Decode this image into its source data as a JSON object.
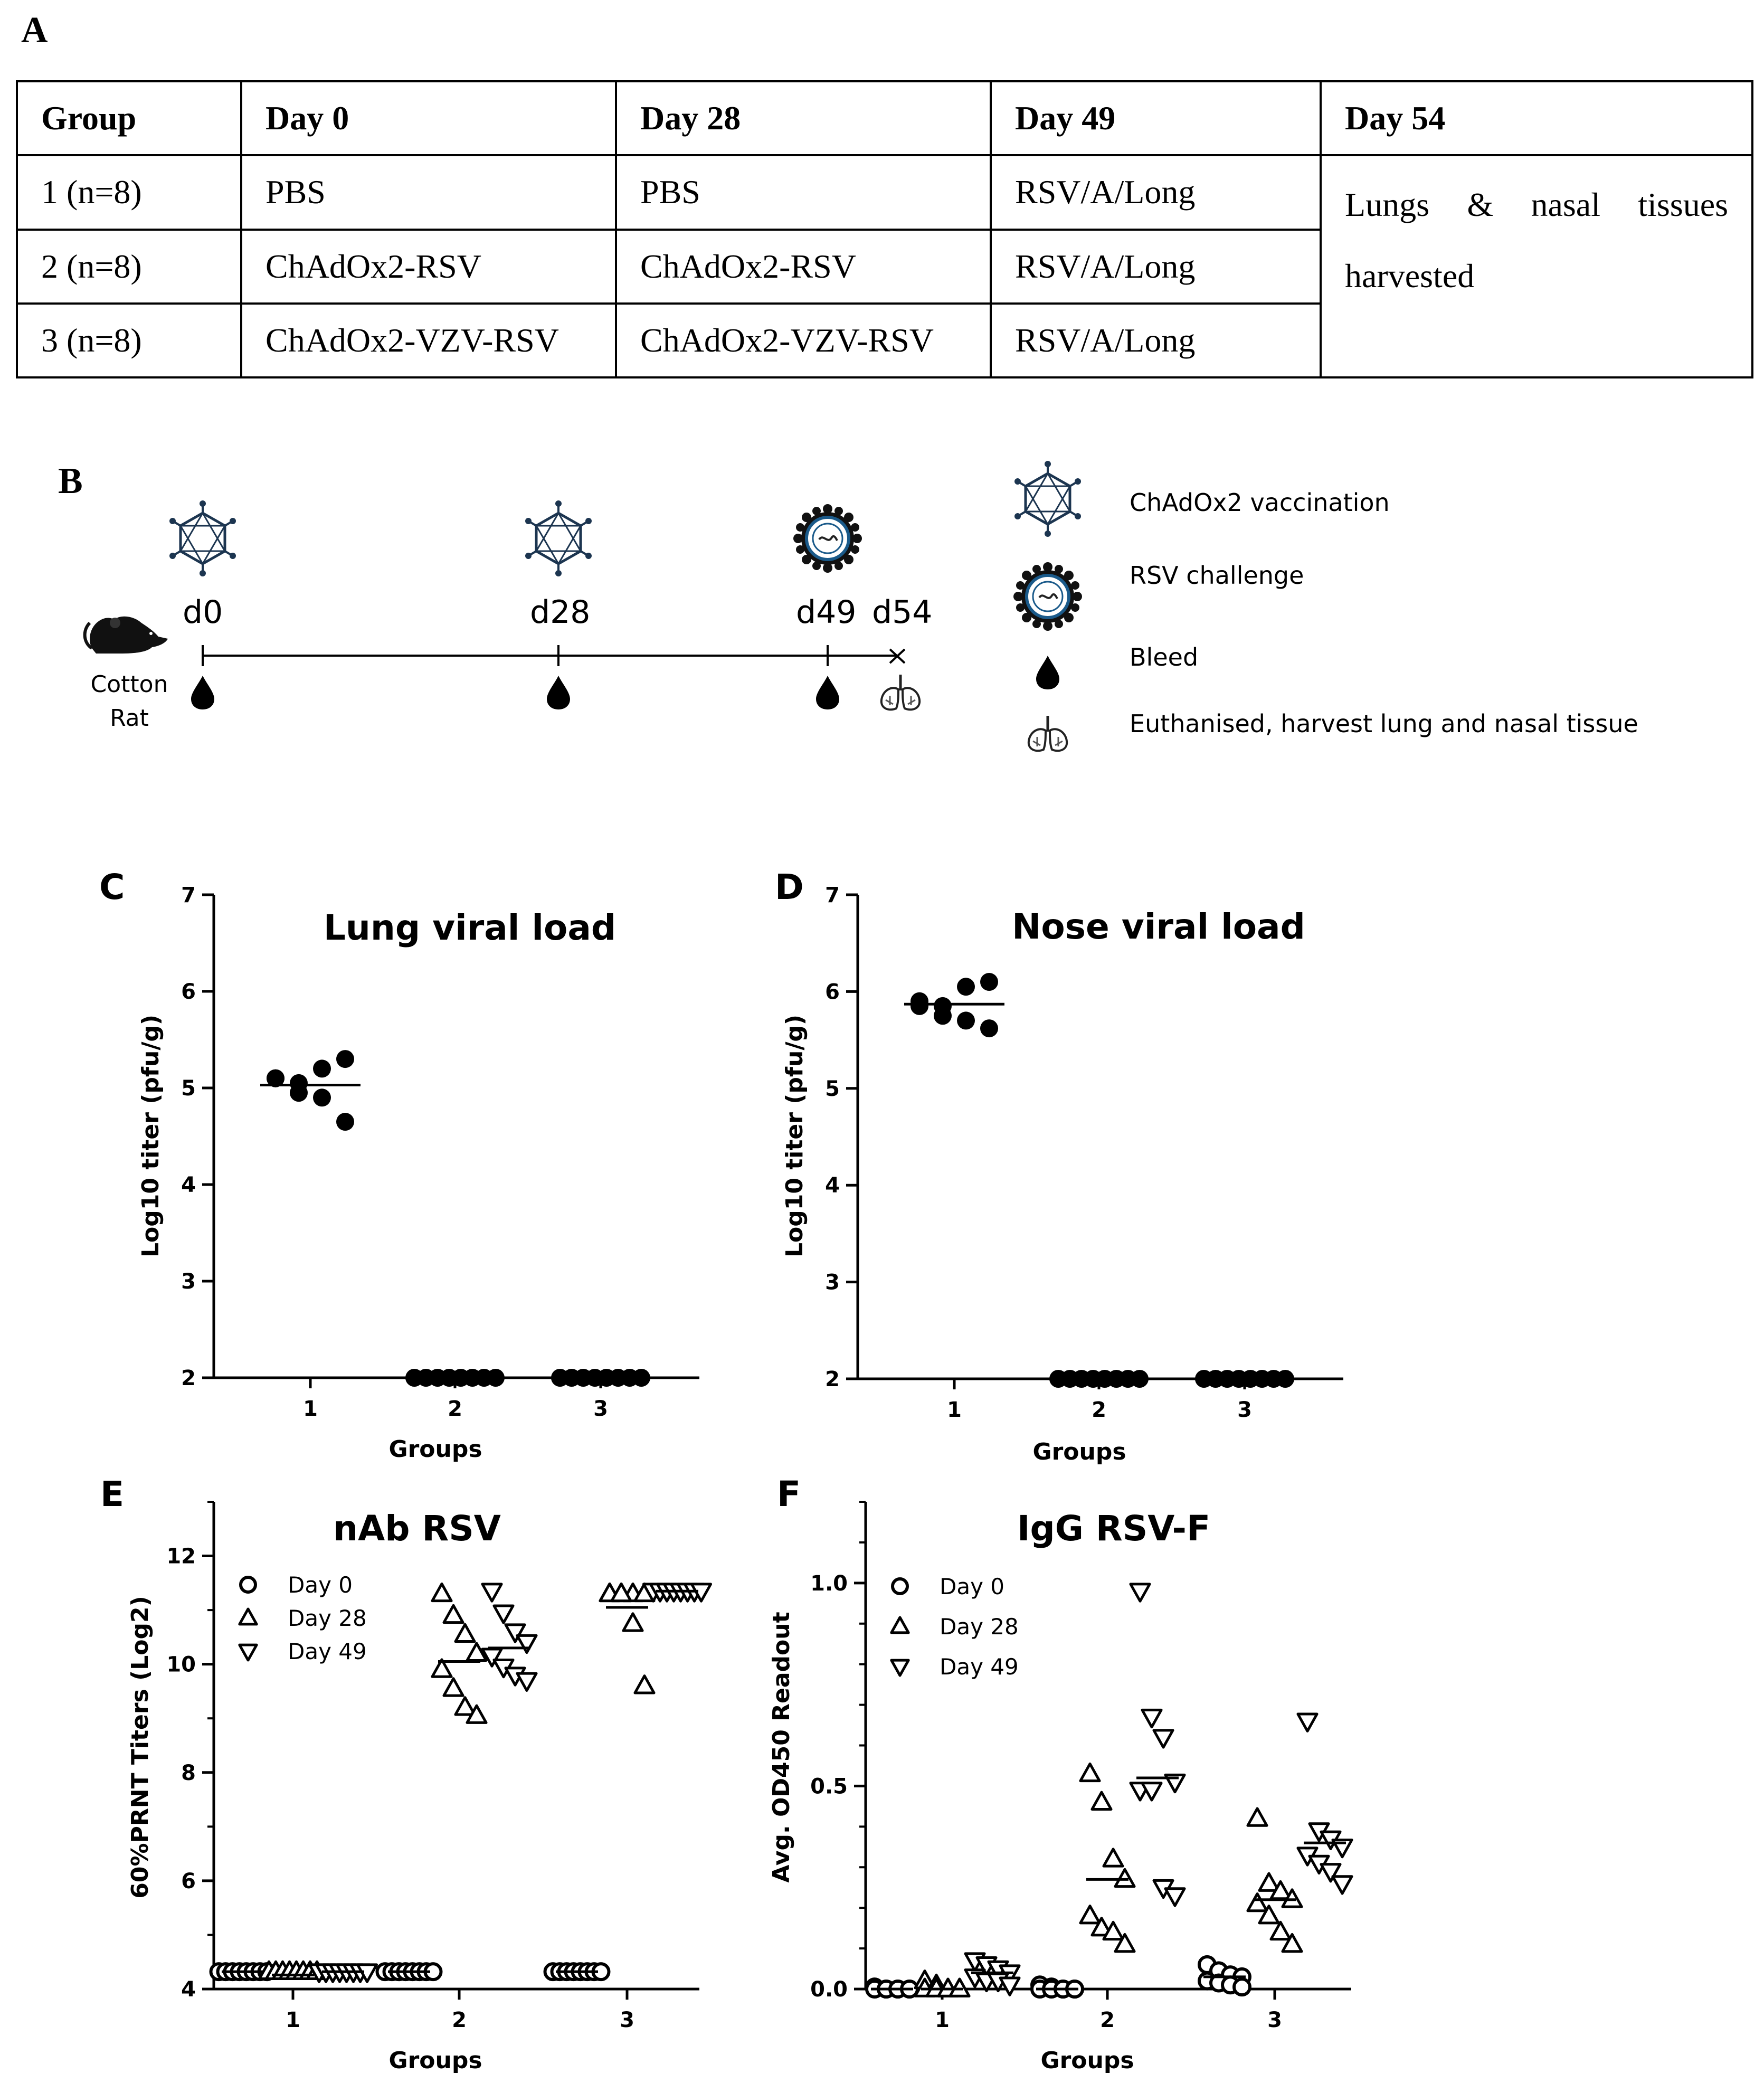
{
  "panel_labels": {
    "a": "A",
    "b": "B",
    "c": "C",
    "d": "D",
    "e": "E",
    "f": "F"
  },
  "table": {
    "headers": [
      "Group",
      "Day 0",
      "Day 28",
      "Day 49",
      "Day 54"
    ],
    "rows": [
      [
        "1 (n=8)",
        "PBS",
        "PBS",
        "RSV/A/Long"
      ],
      [
        "2 (n=8)",
        "ChAdOx2-RSV",
        "ChAdOx2-RSV",
        "RSV/A/Long"
      ],
      [
        "3 (n=8)",
        "ChAdOx2-VZV-RSV",
        "ChAdOx2-VZV-RSV",
        "RSV/A/Long"
      ]
    ],
    "day54_merged": "Lungs & nasal tissues harvested"
  },
  "timeline": {
    "animal_label": "Cotton Rat",
    "days": [
      "d0",
      "d28",
      "d49",
      "d54"
    ],
    "legend": [
      {
        "icon": "virus-icon",
        "label": "ChAdOx2 vaccination"
      },
      {
        "icon": "rsv-particle-icon",
        "label": "RSV challenge"
      },
      {
        "icon": "blood-drop-icon",
        "label": "Bleed"
      },
      {
        "icon": "lungs-icon",
        "label": "Euthanised, harvest lung and nasal tissue"
      }
    ]
  },
  "chart_data": [
    {
      "panel": "C",
      "type": "scatter",
      "title": "Lung viral load",
      "xlabel": "Groups",
      "ylabel": "Log10 titer (pfu/g)",
      "categories": [
        "1",
        "2",
        "3"
      ],
      "ylim": [
        2,
        7
      ],
      "yticks": [
        "2",
        "3",
        "4",
        "5",
        "6",
        "7"
      ],
      "series": [
        {
          "group": "1",
          "values": [
            5.1,
            5.05,
            5.2,
            5.3,
            5.1,
            4.95,
            4.9,
            4.65
          ],
          "mean": 5.03
        },
        {
          "group": "2",
          "values": [
            2,
            2,
            2,
            2,
            2,
            2,
            2,
            2
          ],
          "mean": 2
        },
        {
          "group": "3",
          "values": [
            2,
            2,
            2,
            2,
            2,
            2,
            2,
            2
          ],
          "mean": 2
        }
      ]
    },
    {
      "panel": "D",
      "type": "scatter",
      "title": "Nose viral load",
      "xlabel": "Groups",
      "ylabel": "Log10 titer (pfu/g)",
      "categories": [
        "1",
        "2",
        "3"
      ],
      "ylim": [
        2,
        7
      ],
      "yticks": [
        "2",
        "3",
        "4",
        "5",
        "6",
        "7"
      ],
      "series": [
        {
          "group": "1",
          "values": [
            5.9,
            5.85,
            6.05,
            6.1,
            5.85,
            5.75,
            5.7,
            5.62
          ],
          "mean": 5.87
        },
        {
          "group": "2",
          "values": [
            2,
            2,
            2,
            2,
            2,
            2,
            2,
            2
          ],
          "mean": 2
        },
        {
          "group": "3",
          "values": [
            2,
            2,
            2,
            2,
            2,
            2,
            2,
            2
          ],
          "mean": 2
        }
      ]
    },
    {
      "panel": "E",
      "type": "scatter",
      "title": "nAb RSV",
      "xlabel": "Groups",
      "ylabel": "60%PRNT Titers (Log2)",
      "categories": [
        "1",
        "2",
        "3"
      ],
      "ylim": [
        4,
        13
      ],
      "yticks": [
        "4",
        "6",
        "8",
        "10",
        "12"
      ],
      "legend": {
        "position": "top-left",
        "entries": [
          {
            "marker": "circle",
            "label": "Day 0"
          },
          {
            "marker": "triangle-up",
            "label": "Day 28"
          },
          {
            "marker": "triangle-down",
            "label": "Day 49"
          }
        ]
      },
      "series": [
        {
          "group": "1",
          "day": "Day 0",
          "values": [
            4.32,
            4.32,
            4.32,
            4.32,
            4.32,
            4.32,
            4.32,
            4.32
          ],
          "mean": 4.32
        },
        {
          "group": "1",
          "day": "Day 28",
          "values": [
            4.32,
            4.32,
            4.32,
            4.32,
            4.32,
            4.32,
            4.32,
            4.32
          ],
          "mean": 4.26
        },
        {
          "group": "1",
          "day": "Day 49",
          "values": [
            4.32,
            4.32,
            4.32,
            4.32,
            4.32,
            4.32,
            4.32,
            4.32
          ],
          "mean": 4.32
        },
        {
          "group": "2",
          "day": "Day 0",
          "values": [
            4.32,
            4.32,
            4.32,
            4.32,
            4.32,
            4.32,
            4.32,
            4.32
          ],
          "mean": 4.32
        },
        {
          "group": "2",
          "day": "Day 28",
          "values": [
            11.3,
            10.9,
            10.55,
            10.2,
            9.9,
            9.55,
            9.2,
            9.05
          ],
          "mean": 10.05
        },
        {
          "group": "2",
          "day": "Day 49",
          "values": [
            11.35,
            10.95,
            10.6,
            10.4,
            10.15,
            9.95,
            9.8,
            9.7
          ],
          "mean": 10.3
        },
        {
          "group": "3",
          "day": "Day 0",
          "values": [
            4.32,
            4.32,
            4.32,
            4.32,
            4.32,
            4.32,
            4.32,
            4.32
          ],
          "mean": 4.32
        },
        {
          "group": "3",
          "day": "Day 28",
          "values": [
            11.3,
            11.3,
            11.3,
            11.3,
            11.3,
            11.3,
            10.75,
            9.6
          ],
          "mean": 11.05
        },
        {
          "group": "3",
          "day": "Day 49",
          "values": [
            11.35,
            11.35,
            11.35,
            11.35,
            11.35,
            11.35,
            11.35,
            11.35
          ],
          "mean": 11.35
        }
      ]
    },
    {
      "panel": "F",
      "type": "scatter",
      "title": "IgG RSV-F",
      "xlabel": "Groups",
      "ylabel": "Avg. OD450 Readout",
      "categories": [
        "1",
        "2",
        "3"
      ],
      "ylim": [
        0,
        1.2
      ],
      "yticks": [
        "0.0",
        "0.5",
        "1.0"
      ],
      "legend": {
        "position": "top-left",
        "entries": [
          {
            "marker": "circle",
            "label": "Day 0"
          },
          {
            "marker": "triangle-up",
            "label": "Day 28"
          },
          {
            "marker": "triangle-down",
            "label": "Day 49"
          }
        ]
      },
      "series": [
        {
          "group": "1",
          "day": "Day 0",
          "values": [
            0.005,
            0.0,
            0.0,
            0.0,
            0.0,
            0.0,
            0.0,
            0.0
          ],
          "mean": 0.0
        },
        {
          "group": "1",
          "day": "Day 28",
          "values": [
            0.02,
            0.01,
            0.0,
            0.0,
            0.0,
            0.0,
            0.0,
            0.0
          ],
          "mean": 0.0
        },
        {
          "group": "1",
          "day": "Day 49",
          "values": [
            0.07,
            0.06,
            0.05,
            0.04,
            0.03,
            0.02,
            0.02,
            0.01
          ],
          "mean": 0.04
        },
        {
          "group": "2",
          "day": "Day 0",
          "values": [
            0.01,
            0.005,
            0.0,
            0.0,
            0.0,
            0.0,
            0.0,
            0.0
          ],
          "mean": 0.0
        },
        {
          "group": "2",
          "day": "Day 28",
          "values": [
            0.53,
            0.46,
            0.32,
            0.27,
            0.18,
            0.15,
            0.14,
            0.11
          ],
          "mean": 0.27
        },
        {
          "group": "2",
          "day": "Day 49",
          "values": [
            0.98,
            0.67,
            0.62,
            0.51,
            0.49,
            0.49,
            0.25,
            0.23
          ],
          "mean": 0.52
        },
        {
          "group": "3",
          "day": "Day 0",
          "values": [
            0.06,
            0.045,
            0.035,
            0.03,
            0.02,
            0.015,
            0.01,
            0.005
          ],
          "mean": 0.03
        },
        {
          "group": "3",
          "day": "Day 28",
          "values": [
            0.42,
            0.26,
            0.24,
            0.22,
            0.21,
            0.18,
            0.14,
            0.11
          ],
          "mean": 0.22
        },
        {
          "group": "3",
          "day": "Day 49",
          "values": [
            0.66,
            0.39,
            0.37,
            0.35,
            0.33,
            0.31,
            0.29,
            0.26
          ],
          "mean": 0.36
        }
      ]
    }
  ]
}
